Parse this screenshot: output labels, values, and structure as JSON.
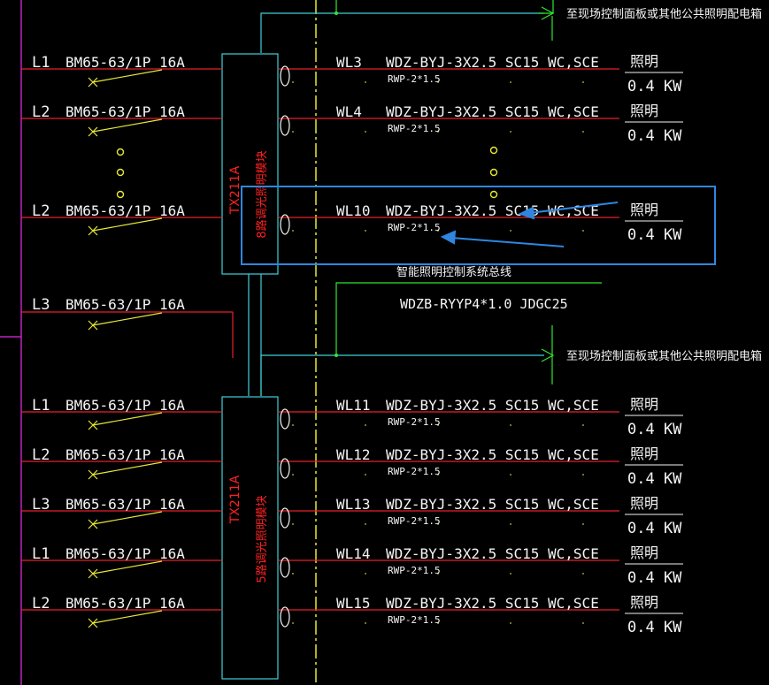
{
  "colors": {
    "background": "#000000",
    "circuit_line": "#e8202a",
    "breaker": "#e8e838",
    "cyan": "#3fd0d8",
    "green": "#2ee82e",
    "magenta": "#c020c0",
    "module_text": "#ff2020",
    "highlight": "#2f86e0",
    "text": "#f5f5f5"
  },
  "top_feed": {
    "label": "至现场控制面板或其他公共照明配电箱"
  },
  "mid_feed": {
    "label": "至现场控制面板或其他公共照明配电箱"
  },
  "module1": {
    "model": "TX211A",
    "desc": "8路调光照明模块"
  },
  "module2": {
    "model": "TX211A",
    "desc": "5路调光照明模块"
  },
  "control_bus": {
    "title": "智能照明控制系统总线",
    "cable": "WDZB-RYYP4*1.0  JDGC25"
  },
  "group1": [
    {
      "phase": "L1",
      "breaker": "BM65-63/1P 16A",
      "circuit": "WL3",
      "cable": "WDZ-BYJ-3X2.5  SC15  WC,SCE",
      "control": "RWP-2*1.5",
      "load": "照明",
      "power": "0.4 KW"
    },
    {
      "phase": "L2",
      "breaker": "BM65-63/1P 16A",
      "circuit": "WL4",
      "cable": "WDZ-BYJ-3X2.5  SC15  WC,SCE",
      "control": "RWP-2*1.5",
      "load": "照明",
      "power": "0.4 KW"
    },
    {
      "phase": "L2",
      "breaker": "BM65-63/1P 16A",
      "circuit": "WL10",
      "cable": "WDZ-BYJ-3X2.5  SC15  WC,SCE",
      "control": "RWP-2*1.5",
      "load": "照明",
      "power": "0.4 KW"
    }
  ],
  "spare": {
    "phase": "L3",
    "breaker": "BM65-63/1P 16A"
  },
  "group2": [
    {
      "phase": "L1",
      "breaker": "BM65-63/1P 16A",
      "circuit": "WL11",
      "cable": "WDZ-BYJ-3X2.5  SC15  WC,SCE",
      "control": "RWP-2*1.5",
      "load": "照明",
      "power": "0.4 KW"
    },
    {
      "phase": "L2",
      "breaker": "BM65-63/1P 16A",
      "circuit": "WL12",
      "cable": "WDZ-BYJ-3X2.5  SC15  WC,SCE",
      "control": "RWP-2*1.5",
      "load": "照明",
      "power": "0.4 KW"
    },
    {
      "phase": "L3",
      "breaker": "BM65-63/1P 16A",
      "circuit": "WL13",
      "cable": "WDZ-BYJ-3X2.5  SC15  WC,SCE",
      "control": "RWP-2*1.5",
      "load": "照明",
      "power": "0.4 KW"
    },
    {
      "phase": "L1",
      "breaker": "BM65-63/1P 16A",
      "circuit": "WL14",
      "cable": "WDZ-BYJ-3X2.5  SC15  WC,SCE",
      "control": "RWP-2*1.5",
      "load": "照明",
      "power": "0.4 KW"
    },
    {
      "phase": "L2",
      "breaker": "BM65-63/1P 16A",
      "circuit": "WL15",
      "cable": "WDZ-BYJ-3X2.5  SC15  WC,SCE",
      "control": "RWP-2*1.5",
      "load": "照明",
      "power": "0.4 KW"
    }
  ]
}
